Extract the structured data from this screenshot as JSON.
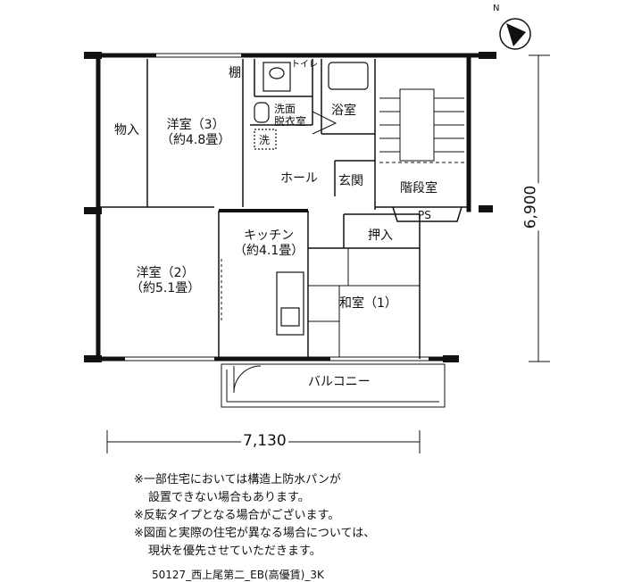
{
  "rooms": {
    "western3": {
      "name": "洋室（3）",
      "area": "（約4.8畳）"
    },
    "western2": {
      "name": "洋室（2）",
      "area": "（約5.1畳）"
    },
    "kitchen": {
      "name": "キッチン",
      "area": "（約4.1畳）"
    },
    "japanese1": "和室（1）",
    "storage": "物入",
    "shelf": "棚",
    "toilet": "トイレ",
    "washroom": [
      "洗面",
      "脱衣室"
    ],
    "washer": "洗",
    "bath": "浴室",
    "hall": "ホール",
    "entrance": "玄関",
    "stairs": "階段室",
    "ps": "PS",
    "closet": "押入",
    "balcony": "バルコニー"
  },
  "dimensions": {
    "width": "7,130",
    "depth": "6,900"
  },
  "compass": "N",
  "notes": [
    "※一部住宅においては構造上防水パンが",
    "設置できない場合もあります。",
    "※反転タイプとなる場合がございます。",
    "※図面と実際の住宅が異なる場合については、",
    "現状を優先させていただきます。"
  ],
  "footer": "50127_西上尾第二_EB(高優賃)_3K"
}
